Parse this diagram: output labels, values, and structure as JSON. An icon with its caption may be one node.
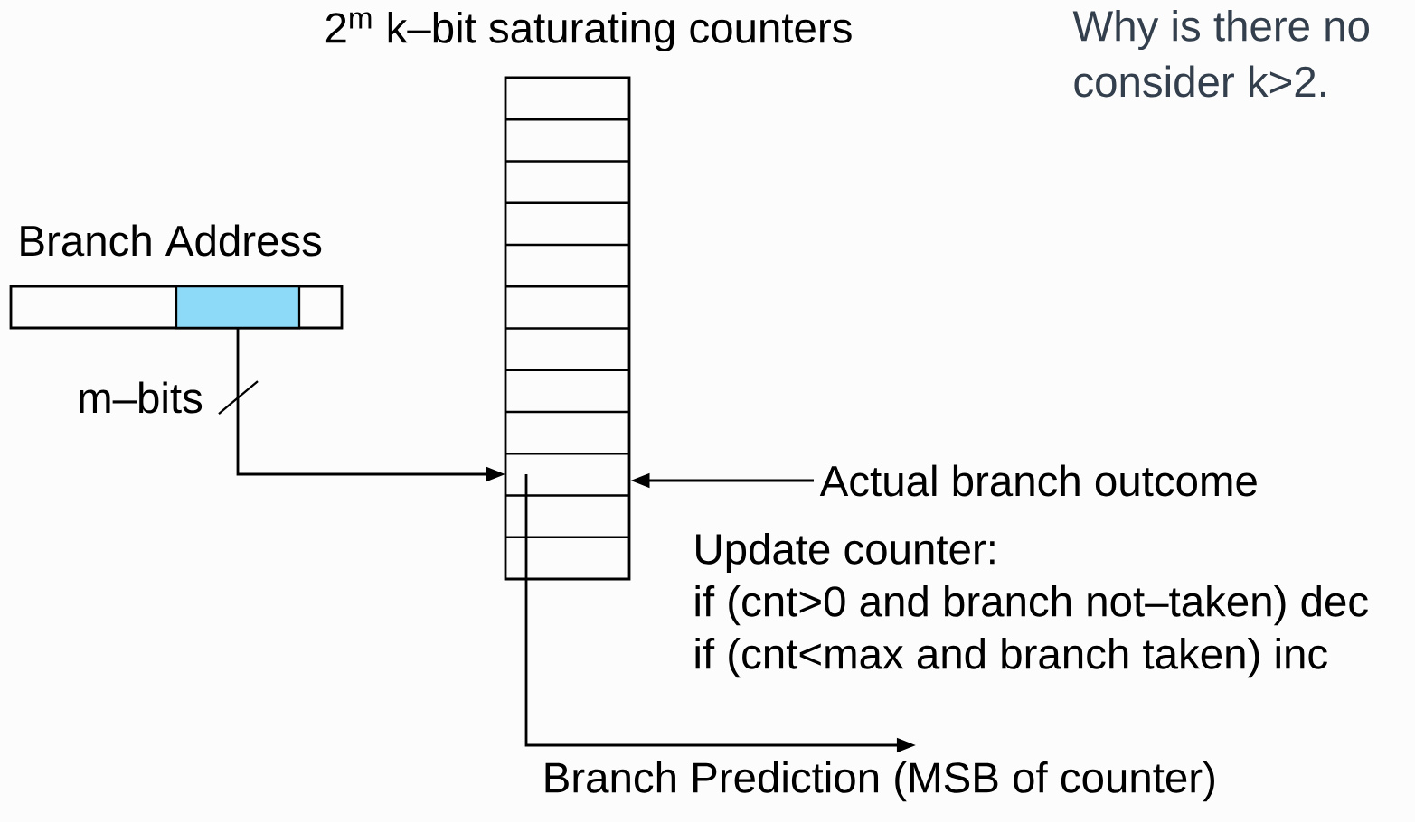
{
  "diagram": {
    "nodes": [
      {
        "text": [
          "2$^{m}$ k–bit saturating counters"
        ]
      },
      {
        "text": [
          "Branch Address"
        ]
      },
      {
        "text": [
          "Actual branch outcome"
        ]
      },
      {
        "text": [
          "Branch Prediction (MSB of counter)"
        ]
      }
    ],
    "edges": [
      {
        "from": 1,
        "to": 0,
        "arrow": "to",
        "label": "m–bits"
      },
      {
        "from": 2,
        "to": 0,
        "arrow": "to"
      },
      {
        "from": 0,
        "to": 3,
        "arrow": "to"
      }
    ],
    "labels": [
      "Why is there no",
      "consider k>2.",
      "Update counter:",
      "if (cnt>0 and branch not–taken) dec",
      "if (cnt<max and branch taken) inc"
    ]
  }
}
